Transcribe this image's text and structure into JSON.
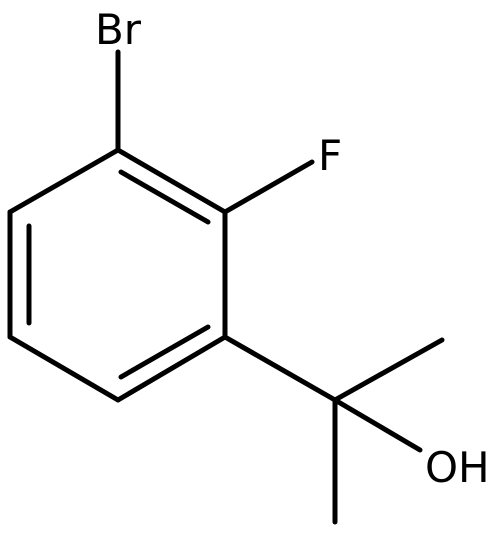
{
  "structure": {
    "atom_labels": {
      "br": "Br",
      "f": "F",
      "oh": "OH"
    },
    "bonds": [
      {
        "id": "ring-c1-c2",
        "order": 2
      },
      {
        "id": "ring-c2-c3",
        "order": 1
      },
      {
        "id": "ring-c3-c4",
        "order": 2
      },
      {
        "id": "ring-c4-c5",
        "order": 1
      },
      {
        "id": "ring-c5-c6",
        "order": 2
      },
      {
        "id": "ring-c6-c1",
        "order": 1
      },
      {
        "id": "c1-br",
        "order": 1
      },
      {
        "id": "c2-f",
        "order": 1
      },
      {
        "id": "c3-cq",
        "order": 1
      },
      {
        "id": "cq-methyl-up",
        "order": 1
      },
      {
        "id": "cq-methyl-down",
        "order": 1
      },
      {
        "id": "cq-oh",
        "order": 1
      }
    ]
  }
}
